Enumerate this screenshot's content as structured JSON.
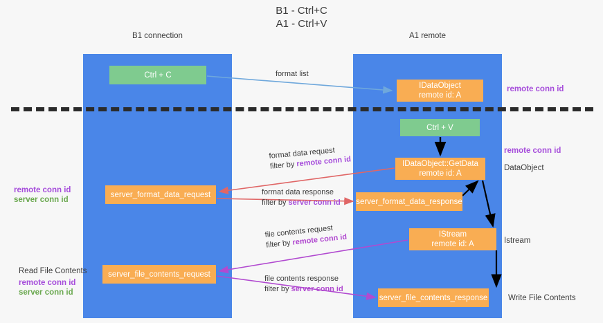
{
  "title": "B1 - Ctrl+C\nA1 - Ctrl+V",
  "lanes": [
    {
      "name": "B1",
      "subtitle": "connection",
      "label": "B1\nconnection"
    },
    {
      "name": "A1",
      "subtitle": "remote",
      "label": "A1\nremote"
    }
  ],
  "nodes": {
    "ctrl_c": {
      "line1": "Ctrl + C",
      "line2": "",
      "color": "#7fcb8f"
    },
    "idataobject": {
      "line1": "IDataObject",
      "line2": "remote id: A",
      "color": "#f9ad53"
    },
    "ctrl_v": {
      "line1": "Ctrl + V",
      "line2": "",
      "color": "#7fcb8f"
    },
    "getdata": {
      "line1": "IDataObject::GetData",
      "line2": "remote id: A",
      "color": "#f9ad53"
    },
    "format_request": {
      "line1": "server_format_data_request",
      "line2": "",
      "color": "#f9ad53"
    },
    "format_response": {
      "line1": "server_format_data_response",
      "line2": "",
      "color": "#f9ad53"
    },
    "istream": {
      "line1": "IStream",
      "line2": "remote id: A",
      "color": "#f9ad53"
    },
    "file_request": {
      "line1": "server_file_contents_request",
      "line2": "",
      "color": "#f9ad53"
    },
    "file_response": {
      "line1": "server_file_contents_response",
      "line2": "",
      "color": "#f9ad53"
    }
  },
  "edge_labels": {
    "format_list": "format list",
    "format_data_request_l1": "format data request",
    "format_data_request_l2_prefix": "filter by ",
    "format_data_request_l2_key": "remote conn id",
    "format_data_response_l1": "format data response",
    "format_data_response_l2_prefix": "filter by ",
    "format_data_response_l2_key": "server conn id",
    "file_contents_request_l1": "file contents request",
    "file_contents_request_l2_prefix": "filter by ",
    "file_contents_request_l2_key": "remote conn id",
    "file_contents_response_l1": "file contents response",
    "file_contents_response_l2_prefix": "filter by ",
    "file_contents_response_l2_key": "server conn id"
  },
  "annotations": {
    "remote_conn_id_top": "remote conn id",
    "remote_conn_id_mid": "remote conn id",
    "dataobject": "DataObject",
    "istream": "Istream",
    "write_file_contents": "Write File Contents",
    "read_file_contents": "Read File Contents",
    "left_remote_conn_id_1": "remote conn id",
    "left_server_conn_id_1": "server conn id",
    "left_remote_conn_id_2": "remote conn id",
    "left_server_conn_id_2": "server conn id"
  },
  "colors": {
    "lane": "#4a86e8",
    "node_green": "#7fcb8f",
    "node_orange": "#f9ad53",
    "key_purple": "#a64ddb",
    "key_green": "#6aa84f",
    "arrow_blue": "#6fa8dc",
    "arrow_red": "#e06666",
    "arrow_black": "#000000",
    "arrow_magenta": "#b14ad0",
    "divider": "#2b2b2b",
    "background": "#f7f7f7"
  }
}
